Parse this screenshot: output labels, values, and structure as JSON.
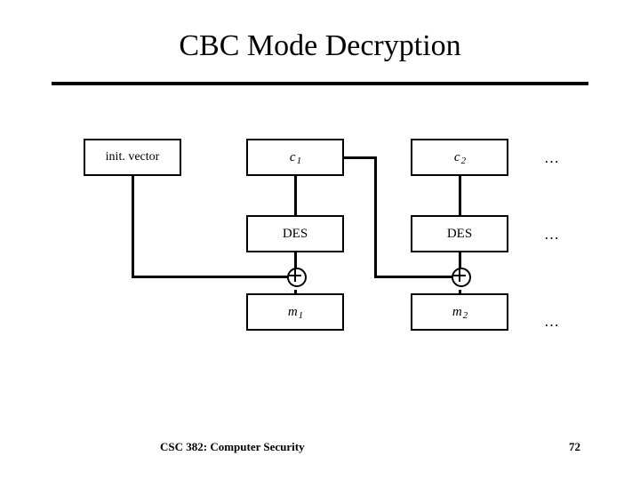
{
  "slide": {
    "title": "CBC Mode Decryption",
    "footer_text": "CSC 382: Computer Security",
    "page_number": "72"
  },
  "diagram": {
    "iv_label": "init. vector",
    "ciphertext": [
      {
        "base": "c",
        "sub": "1"
      },
      {
        "base": "c",
        "sub": "2"
      }
    ],
    "cipher_blocks": [
      {
        "label": "DES"
      },
      {
        "label": "DES"
      }
    ],
    "xor_label": "xor-operator",
    "plaintext": [
      {
        "base": "m",
        "sub": "1"
      },
      {
        "base": "m",
        "sub": "2"
      }
    ],
    "ellipsis": "…",
    "ellipses": [
      "…",
      "…",
      "…"
    ]
  },
  "colors": {
    "ink": "#000000",
    "background": "#ffffff"
  }
}
